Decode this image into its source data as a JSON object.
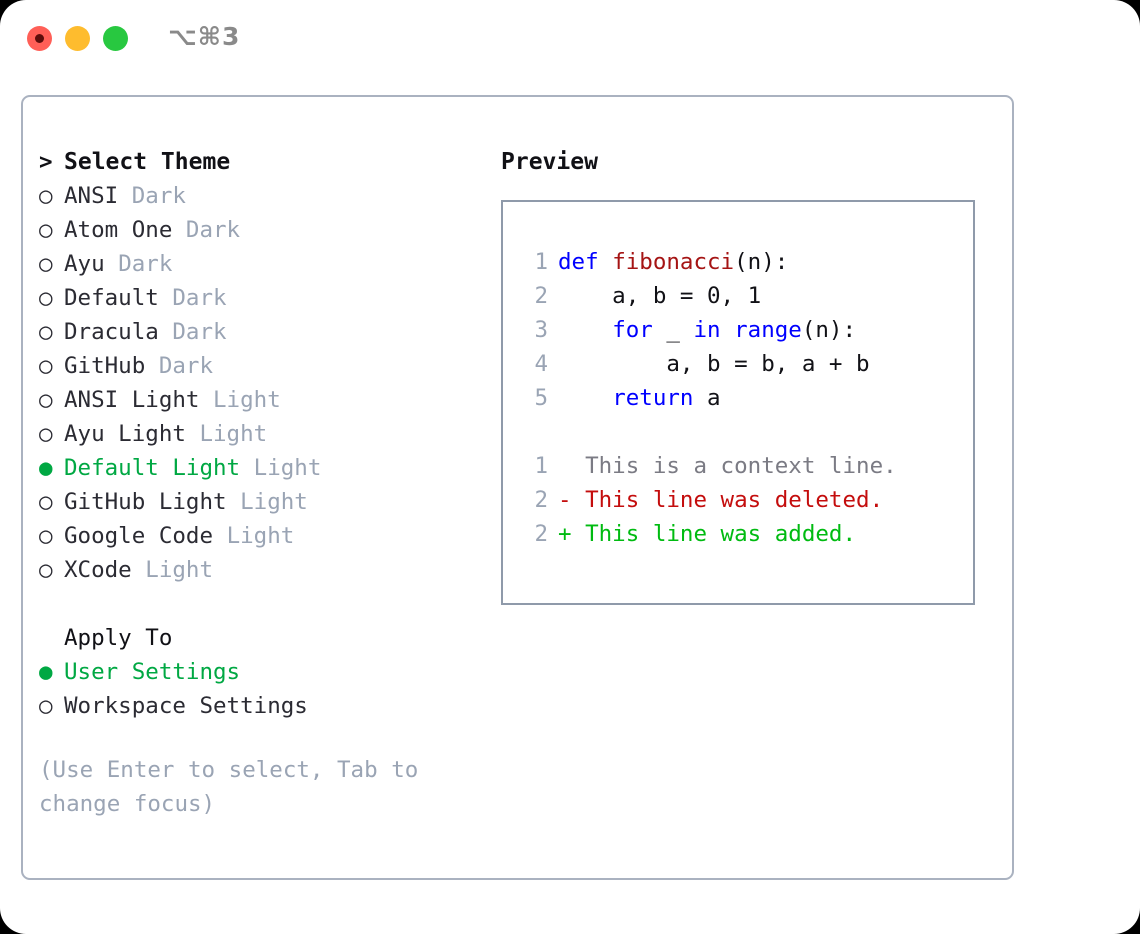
{
  "window": {
    "title": "⌥⌘3",
    "controls": [
      {
        "name": "close",
        "color": "#ff5f57"
      },
      {
        "name": "minimize",
        "color": "#febc2e"
      },
      {
        "name": "maximize",
        "color": "#28c840"
      }
    ]
  },
  "theme_picker": {
    "header": "Select Theme",
    "header_prefix": ">",
    "bullet_selected": "●",
    "bullet_unselected": "○",
    "selected_color": "#00a843",
    "tag_color": "#9aa4b4",
    "items": [
      {
        "label": "ANSI",
        "tag": "Dark",
        "selected": false
      },
      {
        "label": "Atom One",
        "tag": "Dark",
        "selected": false
      },
      {
        "label": "Ayu",
        "tag": "Dark",
        "selected": false
      },
      {
        "label": "Default",
        "tag": "Dark",
        "selected": false
      },
      {
        "label": "Dracula",
        "tag": "Dark",
        "selected": false
      },
      {
        "label": "GitHub",
        "tag": "Dark",
        "selected": false
      },
      {
        "label": "ANSI Light",
        "tag": "Light",
        "selected": false
      },
      {
        "label": "Ayu Light",
        "tag": "Light",
        "selected": false
      },
      {
        "label": "Default Light",
        "tag": "Light",
        "selected": true
      },
      {
        "label": "GitHub Light",
        "tag": "Light",
        "selected": false
      },
      {
        "label": "Google Code",
        "tag": "Light",
        "selected": false
      },
      {
        "label": "XCode",
        "tag": "Light",
        "selected": false
      }
    ]
  },
  "apply_to": {
    "header": "Apply To",
    "items": [
      {
        "label": "User Settings",
        "selected": true
      },
      {
        "label": "Workspace Settings",
        "selected": false
      }
    ]
  },
  "hint": "(Use Enter to select, Tab to change focus)",
  "preview": {
    "title": "Preview",
    "code_lines": [
      {
        "num": "1",
        "tokens": [
          {
            "t": "def ",
            "c": "kw"
          },
          {
            "t": "fibonacci",
            "c": "fn"
          },
          {
            "t": "(n):",
            "c": "plain"
          }
        ]
      },
      {
        "num": "2",
        "tokens": [
          {
            "t": "    a, b = 0, 1",
            "c": "plain"
          }
        ]
      },
      {
        "num": "3",
        "tokens": [
          {
            "t": "    ",
            "c": "plain"
          },
          {
            "t": "for",
            "c": "kw"
          },
          {
            "t": " _ ",
            "c": "plain"
          },
          {
            "t": "in range",
            "c": "kw"
          },
          {
            "t": "(n):",
            "c": "plain"
          }
        ]
      },
      {
        "num": "4",
        "tokens": [
          {
            "t": "        a, b = b, a + b",
            "c": "plain"
          }
        ]
      },
      {
        "num": "5",
        "tokens": [
          {
            "t": "    ",
            "c": "plain"
          },
          {
            "t": "return",
            "c": "kw"
          },
          {
            "t": " a",
            "c": "plain"
          }
        ]
      }
    ],
    "diff_lines": [
      {
        "num": "1",
        "marker": "  ",
        "text": "This is a context line.",
        "kind": "diff-ctx"
      },
      {
        "num": "2",
        "marker": "- ",
        "text": "This line was deleted.",
        "kind": "diff-del"
      },
      {
        "num": "2",
        "marker": "+ ",
        "text": "This line was added.",
        "kind": "diff-add"
      }
    ],
    "colors": {
      "keyword": "#0000ff",
      "function": "#a51414",
      "plain": "#111116",
      "line_number": "#9aa4b4",
      "diff_context": "#7b7b84",
      "diff_deleted": "#c40d0d",
      "diff_added": "#00bb11"
    }
  }
}
